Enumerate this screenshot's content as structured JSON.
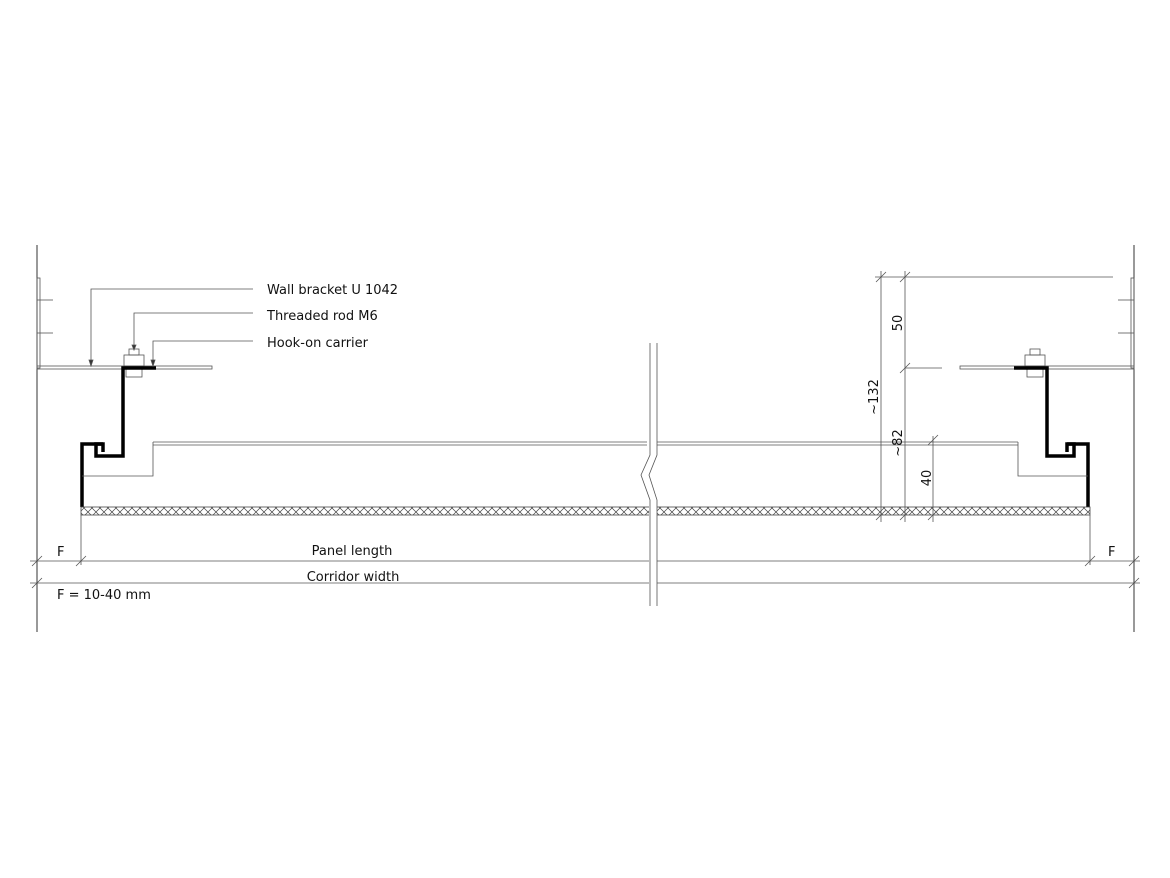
{
  "labels": {
    "wall_bracket": "Wall bracket U 1042",
    "threaded_rod": "Threaded rod M6",
    "hook_on_carrier": "Hook-on carrier"
  },
  "dimensions": {
    "panel_length": "Panel length",
    "corridor_width": "Corridor width",
    "f_left": "F",
    "f_right": "F",
    "f_note": "F = 10-40 mm",
    "d50": "50",
    "d132": "~132",
    "d82": "~82",
    "d40": "40"
  },
  "colors": {
    "line": "#333333",
    "profile": "#000000"
  }
}
